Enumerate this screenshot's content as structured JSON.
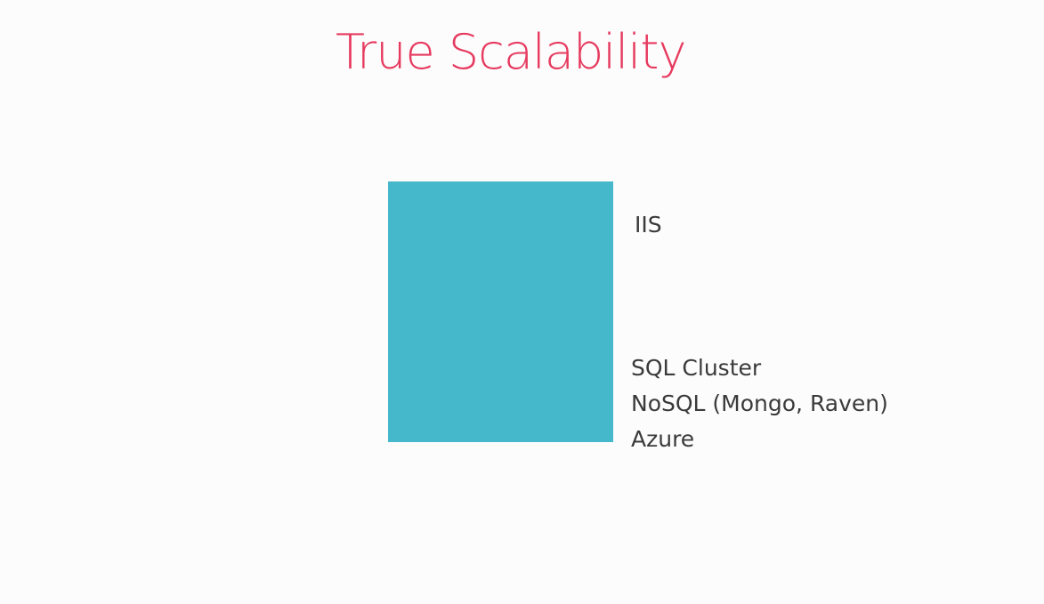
{
  "slide": {
    "title": "True Scalability",
    "top_label": "IIS",
    "bottom_labels": [
      "SQL Cluster",
      "NoSQL (Mongo, Raven)",
      "Azure"
    ]
  },
  "colors": {
    "background": "#fdfcfd",
    "title": "#e63a5e",
    "block": "#45b8cb",
    "text": "#3a3a3a"
  }
}
